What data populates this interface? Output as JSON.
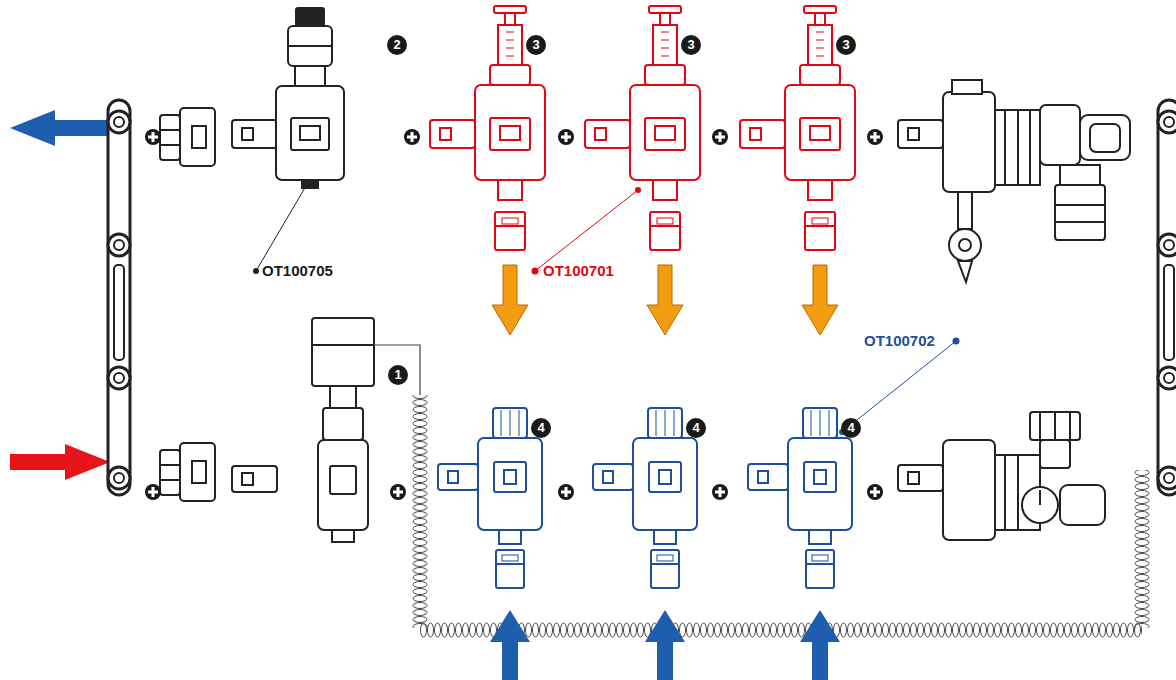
{
  "diagram": {
    "labels": [
      "2",
      "3",
      "3",
      "3",
      "OT100705",
      "OT100701",
      "OT100702",
      "1",
      "4",
      "4",
      "4"
    ]
  }
}
